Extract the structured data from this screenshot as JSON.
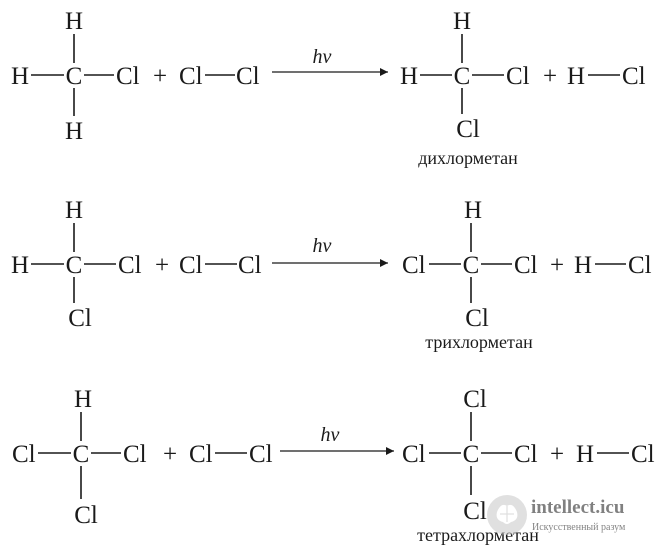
{
  "reactions": [
    {
      "reactant": {
        "top": "H",
        "left": "H",
        "center": "C",
        "right": "Cl",
        "bottom": "H"
      },
      "reagent": {
        "left": "Cl",
        "right": "Cl"
      },
      "condition": "hν",
      "product": {
        "top": "H",
        "left": "H",
        "center": "C",
        "right": "Cl",
        "bottom": "Cl"
      },
      "byproduct": {
        "left": "H",
        "right": "Cl"
      },
      "plus": "+",
      "name": "дихлорметан"
    },
    {
      "reactant": {
        "top": "H",
        "left": "H",
        "center": "C",
        "right": "Cl",
        "bottom": "Cl"
      },
      "reagent": {
        "left": "Cl",
        "right": "Cl"
      },
      "condition": "hν",
      "product": {
        "top": "H",
        "left": "Cl",
        "center": "C",
        "right": "Cl",
        "bottom": "Cl"
      },
      "byproduct": {
        "left": "H",
        "right": "Cl"
      },
      "plus": "+",
      "name": "трихлорметан"
    },
    {
      "reactant": {
        "top": "H",
        "left": "Cl",
        "center": "C",
        "right": "Cl",
        "bottom": "Cl"
      },
      "reagent": {
        "left": "Cl",
        "right": "Cl"
      },
      "condition": "hν",
      "product": {
        "top": "Cl",
        "left": "Cl",
        "center": "C",
        "right": "Cl",
        "bottom": "Cl"
      },
      "byproduct": {
        "left": "H",
        "right": "Cl"
      },
      "plus": "+",
      "name": "тетрахлорметан"
    }
  ],
  "watermark": {
    "title": "intellect.icu",
    "subtitle": "Искусственный разум",
    "icon": "brain-logo-icon"
  }
}
